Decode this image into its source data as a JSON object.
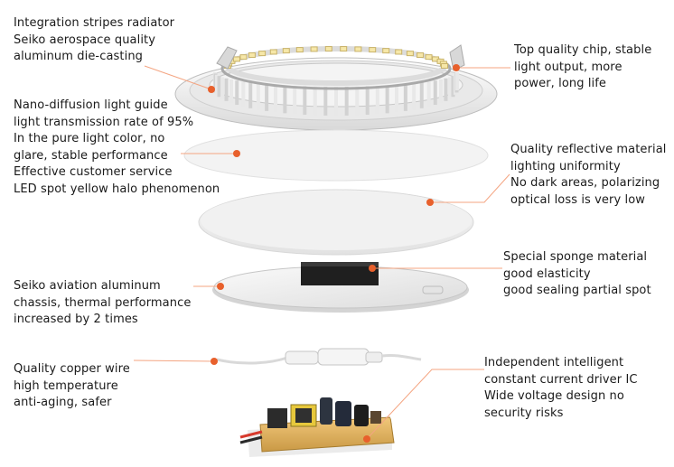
{
  "annotations": {
    "radiator": [
      "Integration stripes radiator",
      "Seiko aerospace quality",
      "aluminum die-casting"
    ],
    "light_guide": [
      "Nano-diffusion light guide",
      "light transmission rate of 95%",
      "In the pure light color, no",
      "glare, stable performance",
      "Effective customer service",
      "LED spot yellow halo phenomenon"
    ],
    "chassis": [
      "Seiko aviation aluminum",
      "chassis, thermal performance",
      "increased by 2 times"
    ],
    "wire": [
      "Quality copper wire",
      "high temperature",
      "anti-aging, safer"
    ],
    "chip": [
      "Top quality chip, stable",
      "light output, more",
      "power, long life"
    ],
    "reflective": [
      "Quality reflective material",
      "lighting uniformity",
      "No dark areas, polarizing",
      "optical loss is very low"
    ],
    "sponge": [
      "Special sponge material",
      "good elasticity",
      "good sealing partial spot"
    ],
    "driver": [
      "Independent intelligent",
      "constant current driver IC",
      "Wide voltage design no",
      "security risks"
    ]
  },
  "colors": {
    "leader_line": "#f4a582",
    "dot": "#e8602c",
    "text": "#1a1a1a"
  }
}
